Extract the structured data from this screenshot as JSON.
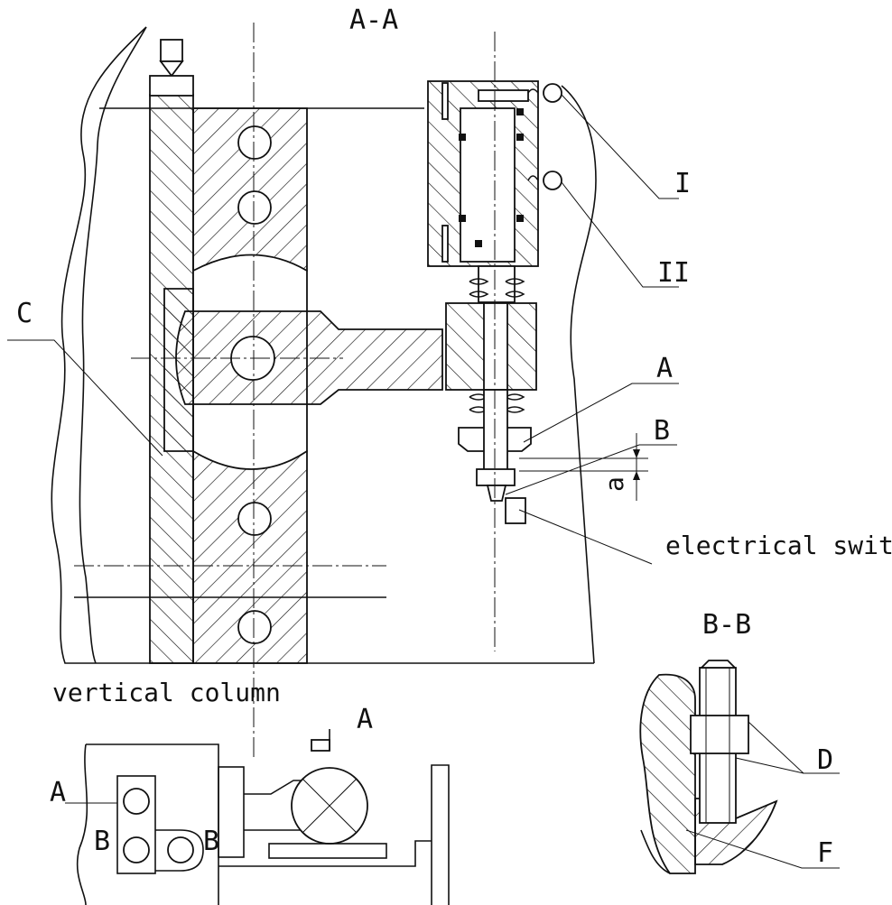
{
  "diagram": {
    "section_labels": {
      "a_a": "A-A",
      "b_b": "B-B"
    },
    "callouts": {
      "i": "I",
      "ii": "II",
      "a_upper": "A",
      "b_upper": "B",
      "c": "C",
      "a_dim": "a",
      "electrical_switch": "electrical switch",
      "vertical_column": "vertical column",
      "a_view_arrow": "A",
      "a_plan": "A",
      "b_plan_left": "B",
      "b_plan_right": "B",
      "d": "D",
      "f": "F"
    }
  }
}
